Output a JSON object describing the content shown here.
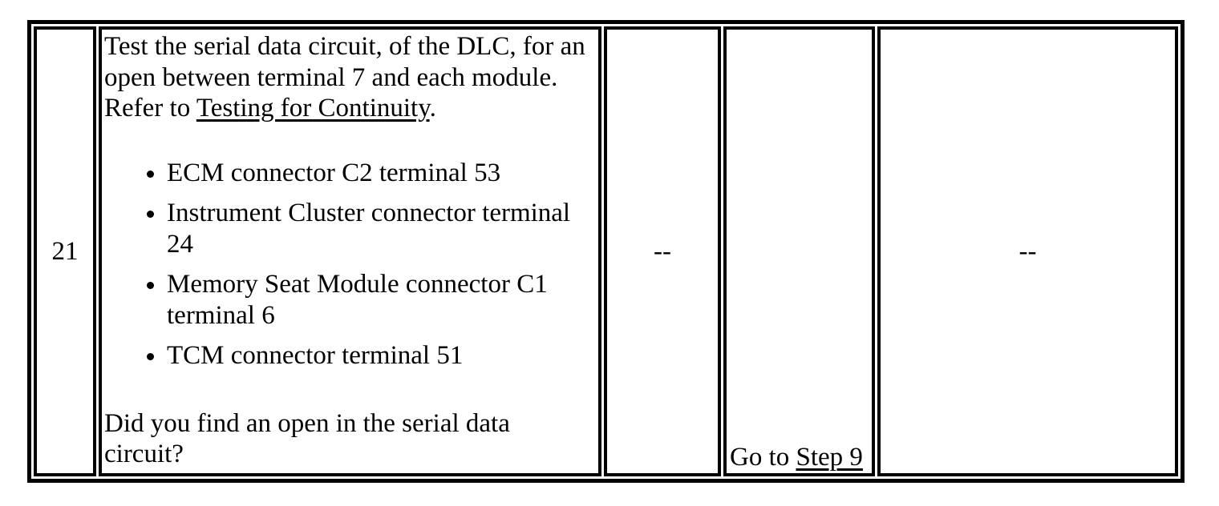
{
  "colors": {
    "text": "#000000",
    "table_border": "#000000",
    "background": "#ffffff"
  },
  "table": {
    "row": {
      "step": "21",
      "action": {
        "text_before_link": "Test the serial data circuit, of the DLC, for an open between terminal 7 and each module. Refer to ",
        "continuity_link": "Testing for Continuity",
        "text_after_link": ".",
        "bullets": [
          "ECM connector C2 terminal 53",
          "Instrument Cluster connector terminal 24",
          "Memory Seat Module connector C1 terminal 6",
          "TCM connector terminal 51"
        ],
        "question": "Did you find an open in the serial data circuit?"
      },
      "value": "--",
      "yes": {
        "text_before_link": "Go to ",
        "step_link": "Step 9"
      },
      "no": "--"
    }
  }
}
